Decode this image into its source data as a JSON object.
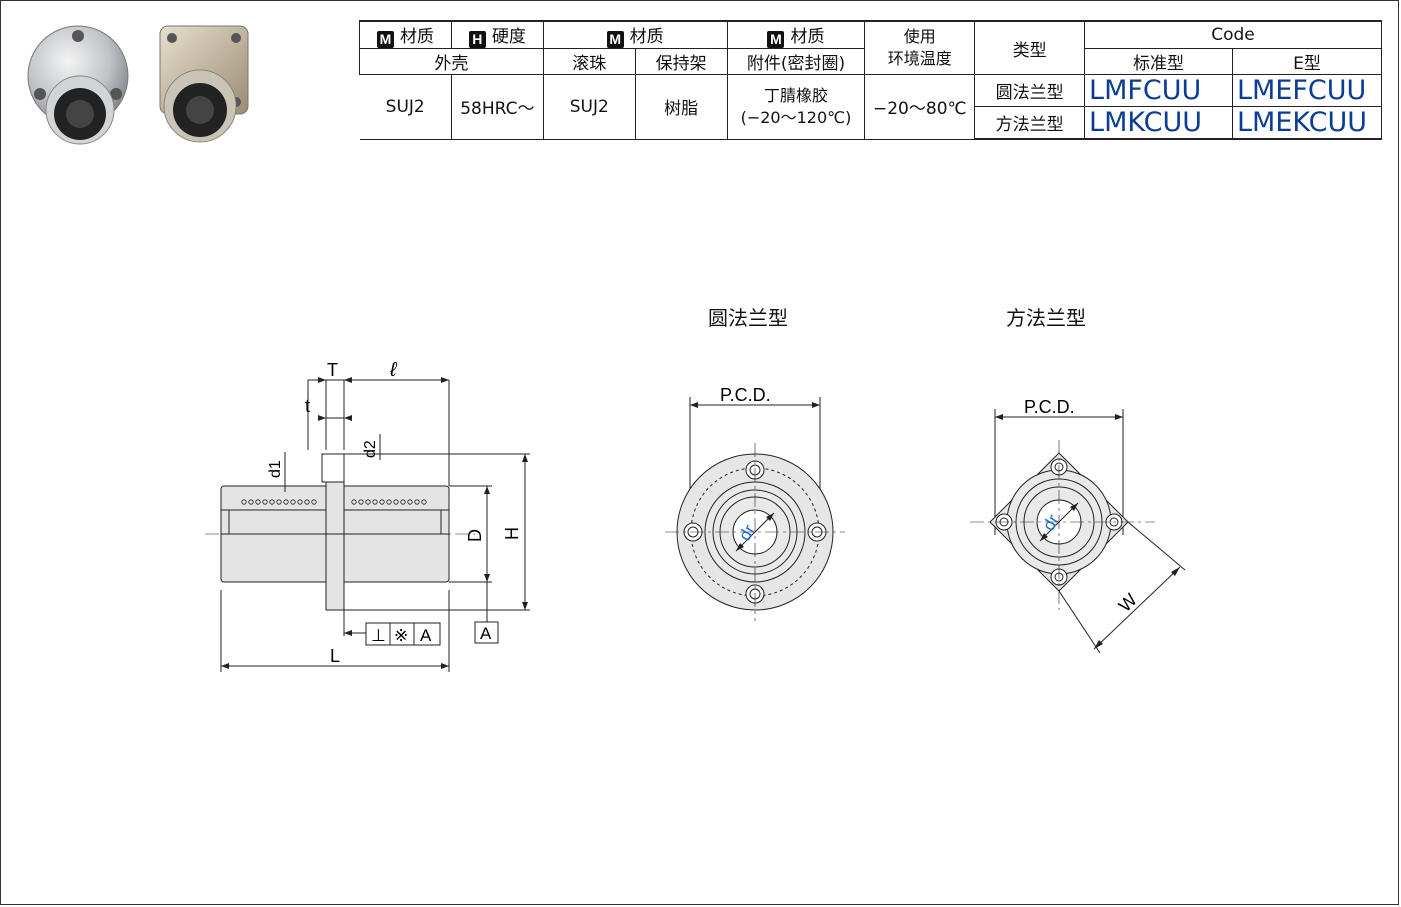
{
  "table": {
    "header_row1": {
      "material_outer": "材质",
      "hardness": "硬度",
      "material_ball": "材质",
      "material_seal": "材质",
      "env_temp_line1": "使用",
      "env_temp_line2": "环境温度",
      "type": "类型",
      "code": "Code"
    },
    "badges": {
      "material": "M",
      "hardness": "H"
    },
    "header_row2": {
      "outer": "外壳",
      "ball": "滚珠",
      "retainer": "保持架",
      "accessory": "附件(密封圈)",
      "standard": "标准型",
      "e_type": "E型"
    },
    "values": {
      "outer_material": "SUJ2",
      "hardness": "58HRC～",
      "ball_material": "SUJ2",
      "retainer_material": "树脂",
      "seal_line1": "丁腈橡胶",
      "seal_line2": "(−20～120℃)",
      "env_temp": "−20～80℃"
    },
    "rows": [
      {
        "type": "圆法兰型",
        "standard": "LMFCUU",
        "e_type": "LMEFCUU"
      },
      {
        "type": "方法兰型",
        "standard": "LMKCUU",
        "e_type": "LMEKCUU"
      }
    ]
  },
  "drawings": {
    "round_title": "圆法兰型",
    "square_title": "方法兰型",
    "labels": {
      "T": "T",
      "l": "ℓ",
      "t": "t",
      "d1": "d1",
      "d2": "d2",
      "D": "D",
      "H": "H",
      "L": "L",
      "datum": "A",
      "perp": "⊥",
      "ref": "※",
      "datum_ref": "A",
      "pcd": "P.C.D.",
      "dr": "dr",
      "W": "W"
    }
  },
  "colors": {
    "code_blue": "#0b3d91",
    "dr_blue": "#1f6fd1"
  }
}
